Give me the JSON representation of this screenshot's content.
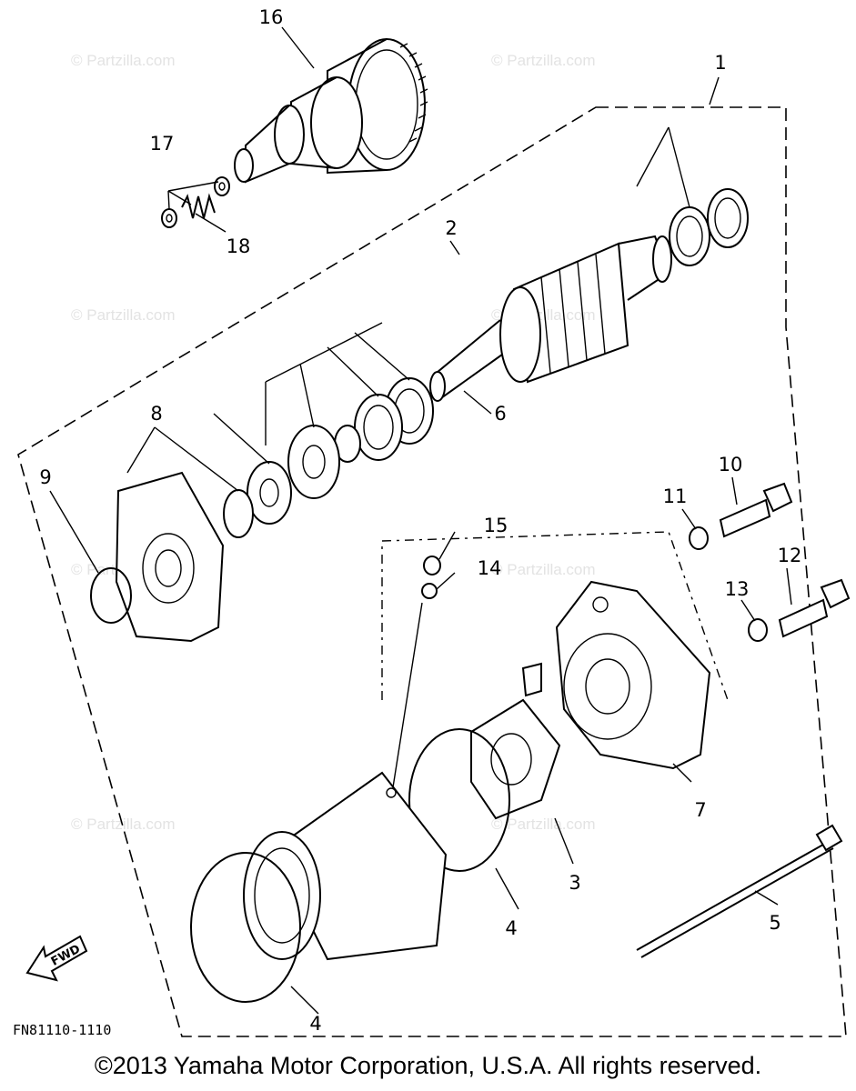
{
  "watermark_text": "© Partzilla.com",
  "diagram_code": "FN81110-1110",
  "fwd_label": "FWD",
  "copyright": "©2013  Yamaha Motor Corporation, U.S.A. All rights reserved.",
  "callouts": {
    "c1": "1",
    "c2": "2",
    "c3": "3",
    "c4a": "4",
    "c4b": "4",
    "c5": "5",
    "c6": "6",
    "c7": "7",
    "c8": "8",
    "c9": "9",
    "c10": "10",
    "c11": "11",
    "c12": "12",
    "c13": "13",
    "c14": "14",
    "c15": "15",
    "c16": "16",
    "c17": "17",
    "c18": "18"
  }
}
